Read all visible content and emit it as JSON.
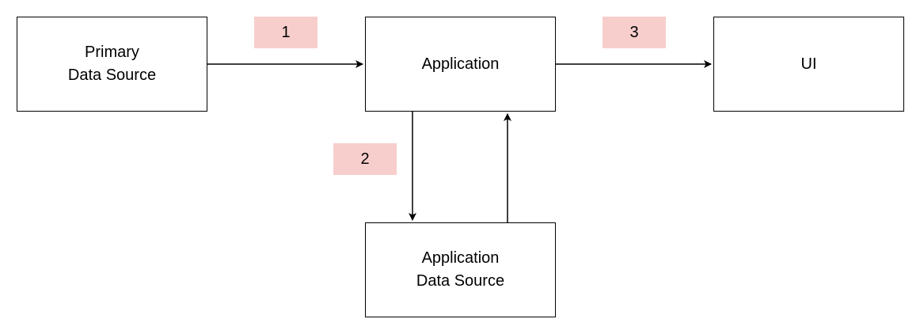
{
  "nodes": {
    "primary_data_source": "Primary\nData Source",
    "application": "Application",
    "ui": "UI",
    "application_data_source": "Application\nData Source"
  },
  "steps": {
    "one": "1",
    "two": "2",
    "three": "3"
  },
  "colors": {
    "step_background": "#f8cecc",
    "border": "#000000",
    "text": "#000000"
  }
}
